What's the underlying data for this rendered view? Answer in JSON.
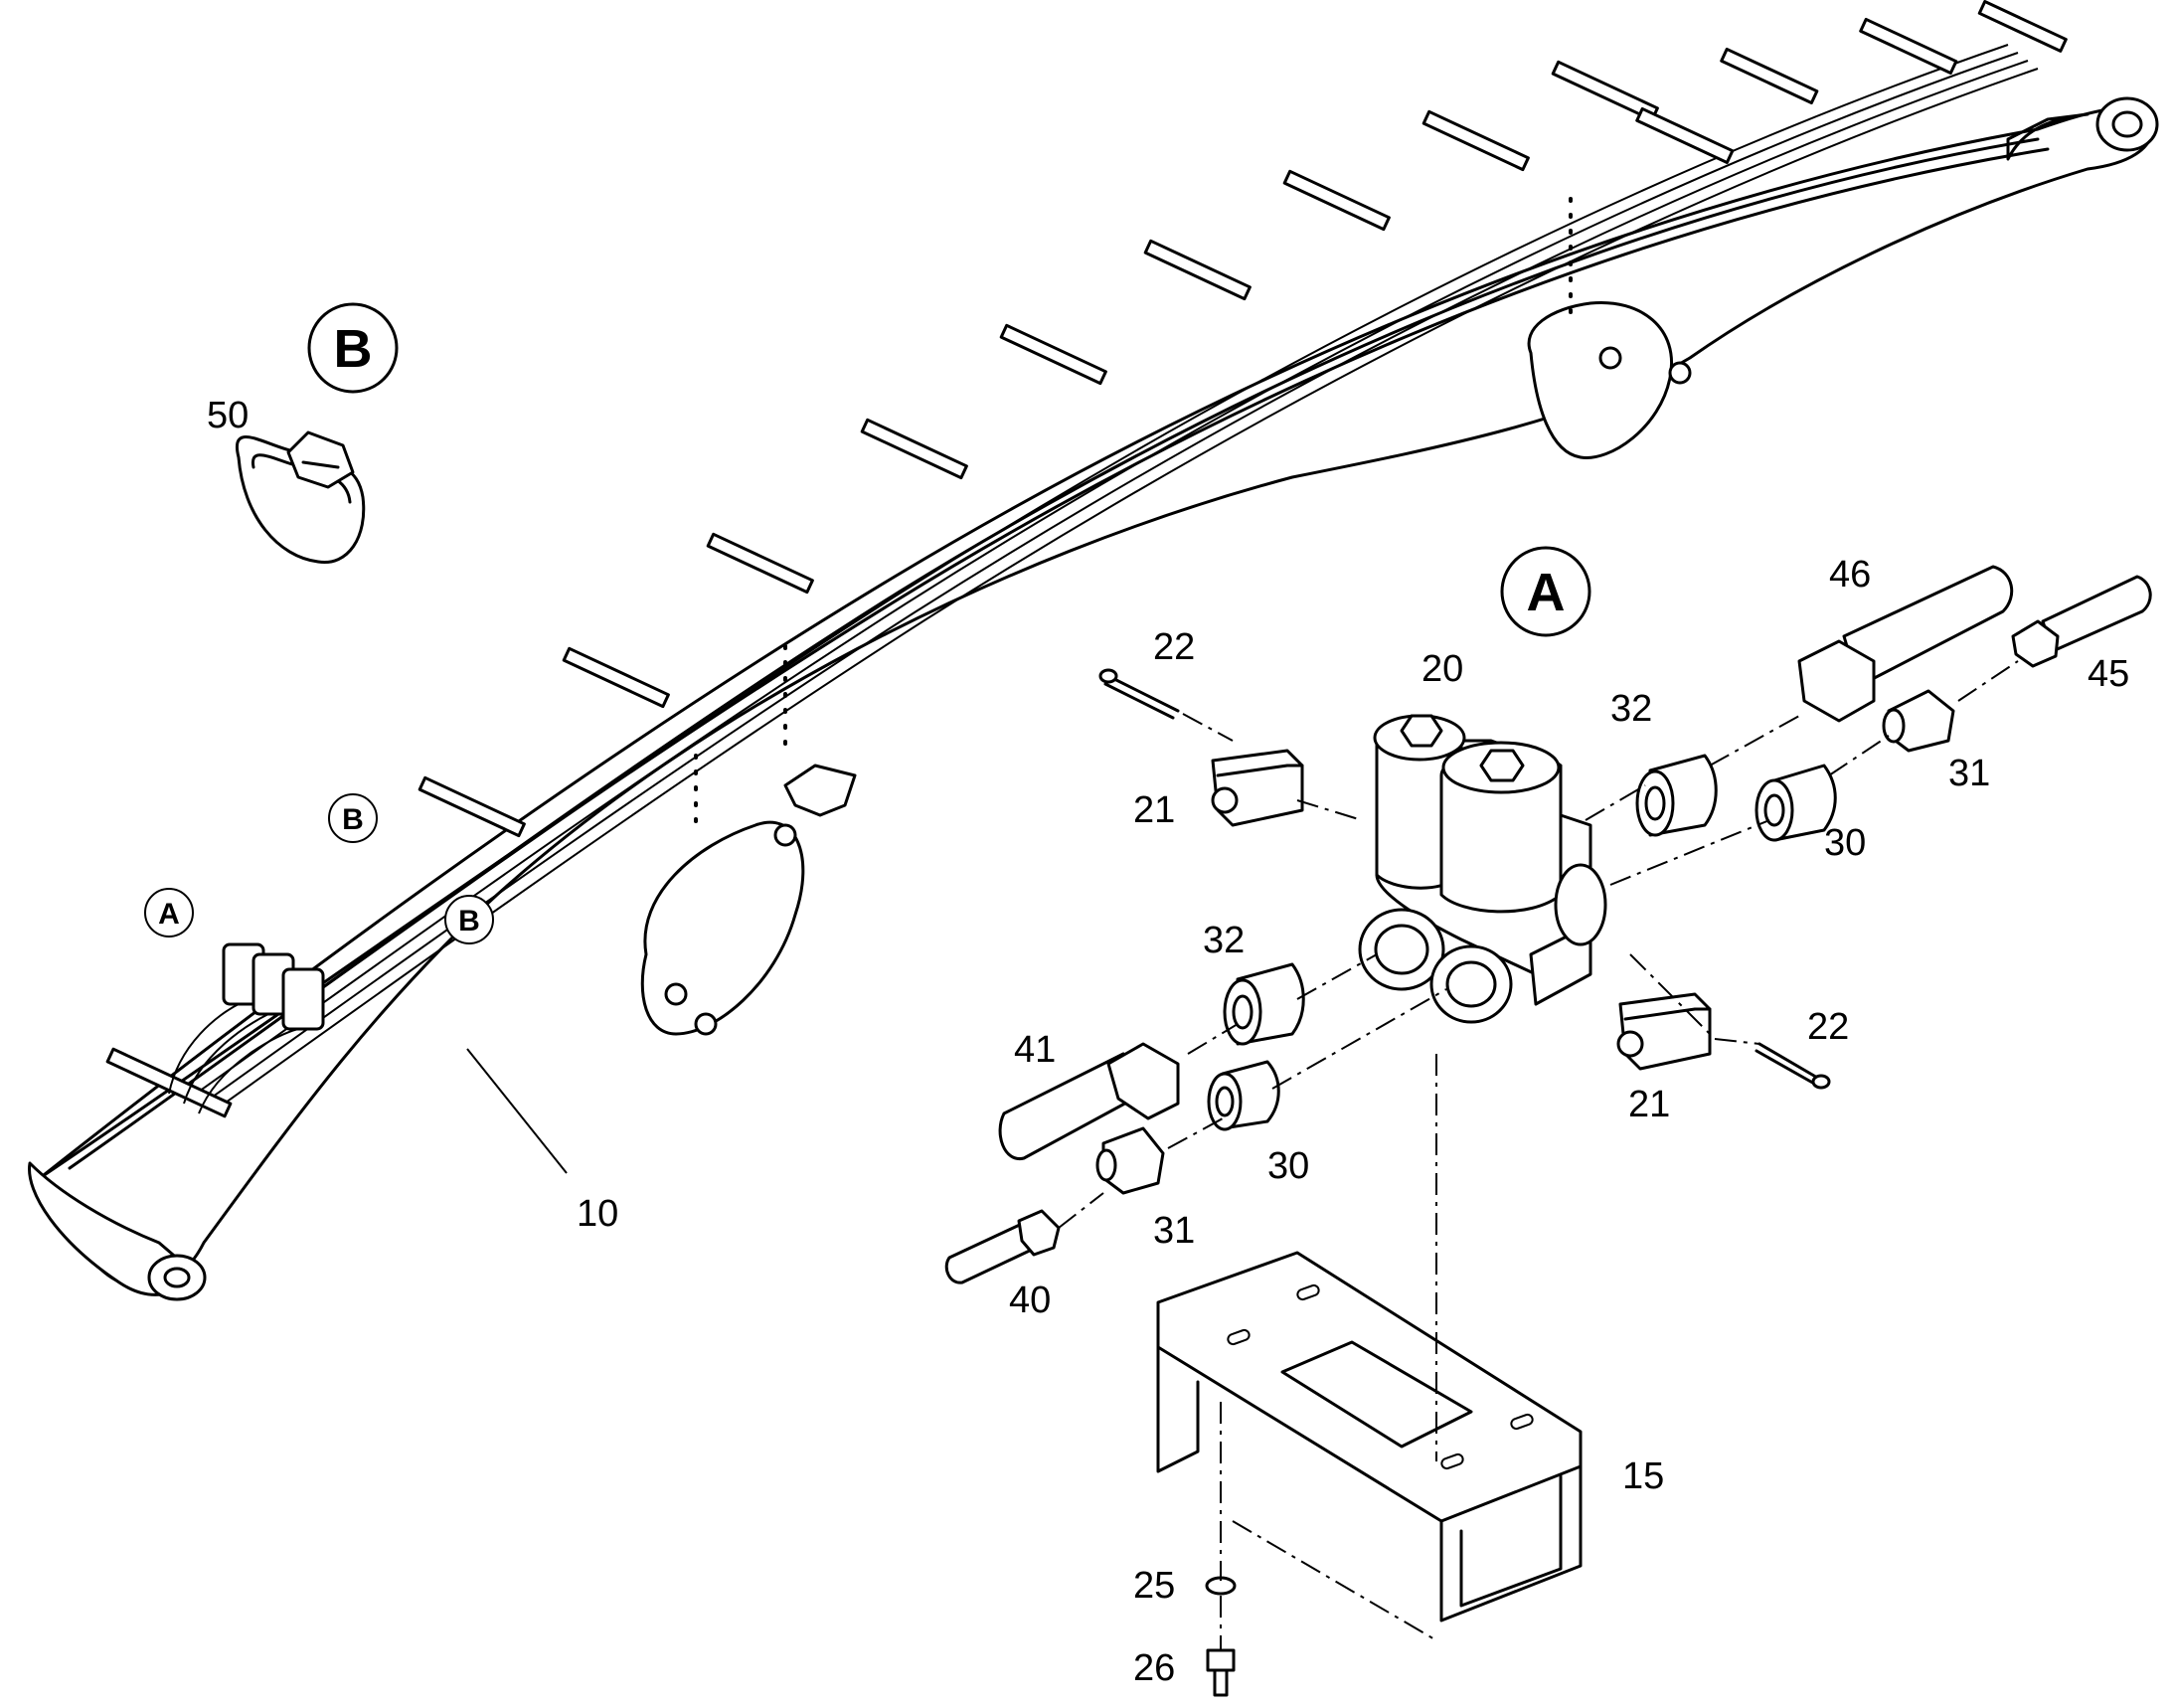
{
  "diagram": {
    "callouts": {
      "big_a": "A",
      "big_b": "B",
      "small_a": "A",
      "small_b_1": "B",
      "small_b_2": "B"
    },
    "part_numbers": {
      "p10": "10",
      "p15": "15",
      "p20": "20",
      "p21_left": "21",
      "p21_right": "21",
      "p22_left": "22",
      "p22_right": "22",
      "p25": "25",
      "p26": "26",
      "p30_right": "30",
      "p30_left": "30",
      "p31_right": "31",
      "p31_left": "31",
      "p32_right": "32",
      "p32_left": "32",
      "p40": "40",
      "p41": "41",
      "p45": "45",
      "p46": "46",
      "p50": "50"
    }
  }
}
